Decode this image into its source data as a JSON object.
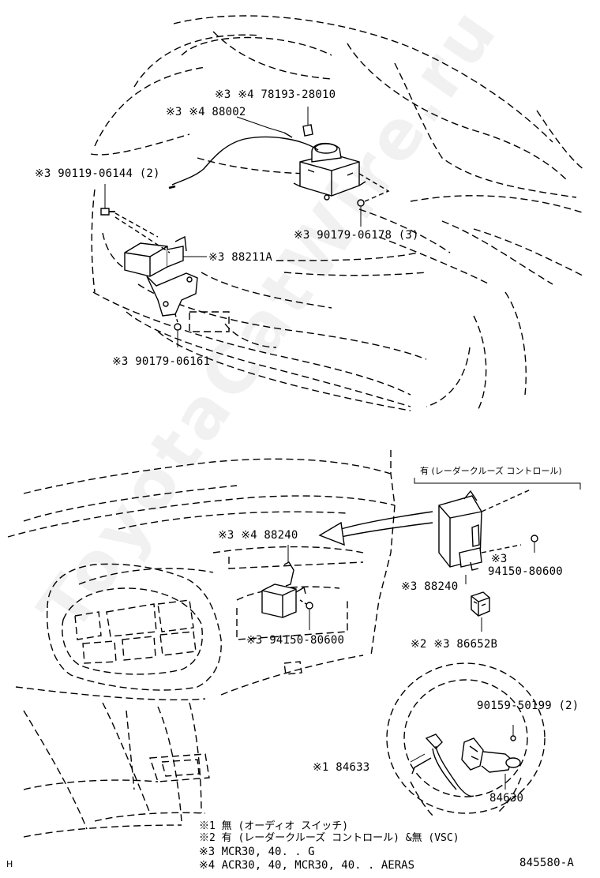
{
  "labels": {
    "p1": "※3 ※4  78193-28010",
    "p2": "※3 ※4  88002",
    "p3": "※3 90119-06144 (2)",
    "p4": "※3 90179-06178 (3)",
    "p5": "※3 88211A",
    "p6": "※3 90179-06161",
    "p7_header": "有 (レーダークルーズ  コントロール)",
    "p8": "※3 ※4  88240",
    "p9_line1": "※3",
    "p9_line2": "94150-80600",
    "p10": "※3 88240",
    "p11": "※3 94150-80600",
    "p12": "※2 ※3  86652B",
    "p13": "90159-50199 (2)",
    "p14": "※1  84633",
    "p15": "84630"
  },
  "notes": {
    "n1": "※1 無 (オーディオ  スイッチ)",
    "n2": "※2 有 (レーダークルーズ  コントロール) &無 (VSC)",
    "n3": "※3 MCR30, 40. . G",
    "n4": "※4 ACR30, 40, MCR30, 40. . AERAS"
  },
  "corner_mark": "H",
  "diagram_code": "845580-A",
  "watermark": "ToyotaCatWire.ru"
}
